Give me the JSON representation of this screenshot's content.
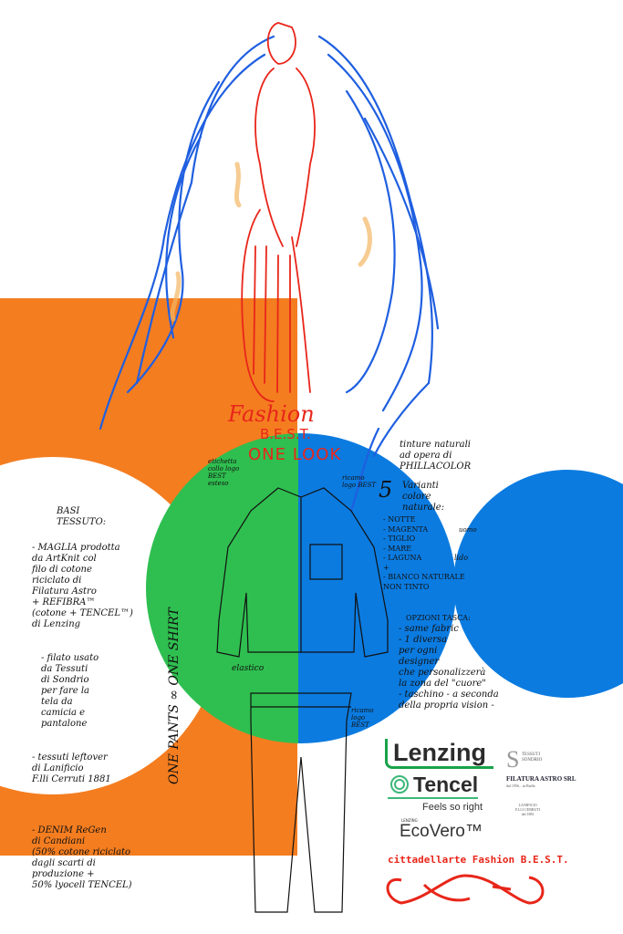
{
  "colors": {
    "orange": "#f47d20",
    "green": "#2fbf50",
    "blue": "#0b7be0",
    "red": "#e8261a",
    "sketch_blue": "#1f5fe0"
  },
  "title": {
    "line1": "Fashion",
    "line2": "B.E.S.T.",
    "line3": "ONE LOOK"
  },
  "vertical_label": "ONE PANTS ∞ ONE SHIRT",
  "left_notes": {
    "heading": "BASI\nTESSUTO:",
    "item1": "- MAGLIA prodotta\nda ArtKnit col\nfilo di cotone\nriciclato di\nFilatura Astro\n+ REFIBRA™\n(cotone + TENCEL™)\ndi Lenzing",
    "item2": "- filato usato\nda Tessuti\ndi Sondrio\nper fare la\ntela da\ncamicia e\npantalone",
    "item3": "- tessuti leftover\ndi Lanificio\nF.lli Cerruti 1881",
    "item4": "- DENIM ReGen\ndi Candiani\n(50% cotone riciclato\ndagli scarti di\nproduzione +\n50% lyocell TENCEL)"
  },
  "shirt_labels": {
    "etichetta": "etichetta\ncollo logo\nBEST\nesteso",
    "ricamo": "ricamo\nlogo BEST",
    "elastico": "elastico",
    "pants": "ricamo\nlogo\nBEST"
  },
  "right_notes": {
    "intro": "tinture naturali\nad opera di\nPHILLACOLOR",
    "variants_num": "5",
    "variants": "Varianti\ncolore\nnaturale:",
    "colors_list": "- NOTTE\n- MAGENTA\n- TIGLIO\n- MARE\n- LAGUNA\n+\n- BIANCO NATURALE\nNON TINTO",
    "group1": "uomo",
    "group2": "lido",
    "pocket_heading": "OPZIONI TASCA:",
    "pocket_text": "- same fabric\n- 1 diversa\nper ogni\ndesigner\nche personalizzerà\nla zona del \"cuore\"\n- taschino - a seconda\ndella propria vision -"
  },
  "logos": {
    "lenzing": "Lenzing",
    "tencel": "Tencel",
    "tencel_tagline": "Feels so right",
    "ecovero_brand": "LENZING",
    "ecovero": "EcoVero™",
    "tessuti_sondrio": "TESSUTI\nSONDRIO",
    "filatura": "FILATURA ASTRO SRL",
    "filatura_sub": "dal 1956... in Biella",
    "cerruti": "LANIFICIO\nF.LLI CERRUTI\ndal 1881"
  },
  "footer": {
    "brand": "cittadellarte Fashion B.E.S.T."
  }
}
